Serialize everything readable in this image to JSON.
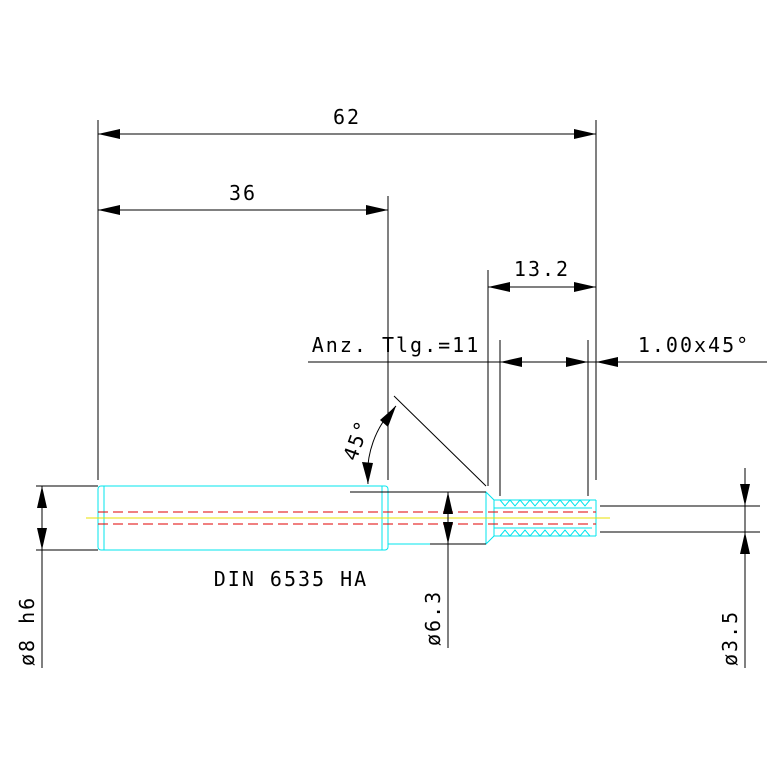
{
  "dimensions": {
    "overall_length": "62",
    "shank_length": "36",
    "thread_length": "13.2",
    "thread_turns_note": "Anz. Tlg.=11",
    "chamfer": "1.00x45°",
    "angle": "45°",
    "diameter_shank": "ø8 h6",
    "diameter_neck": "ø6.3",
    "diameter_bore": "ø3.5"
  },
  "part_designation": "DIN 6535 HA",
  "colors": {
    "dimension_lines": "#000000",
    "part_outline": "#00e5ee",
    "center_line": "#e00000",
    "axis_line": "#e8e000",
    "background": "#ffffff"
  }
}
